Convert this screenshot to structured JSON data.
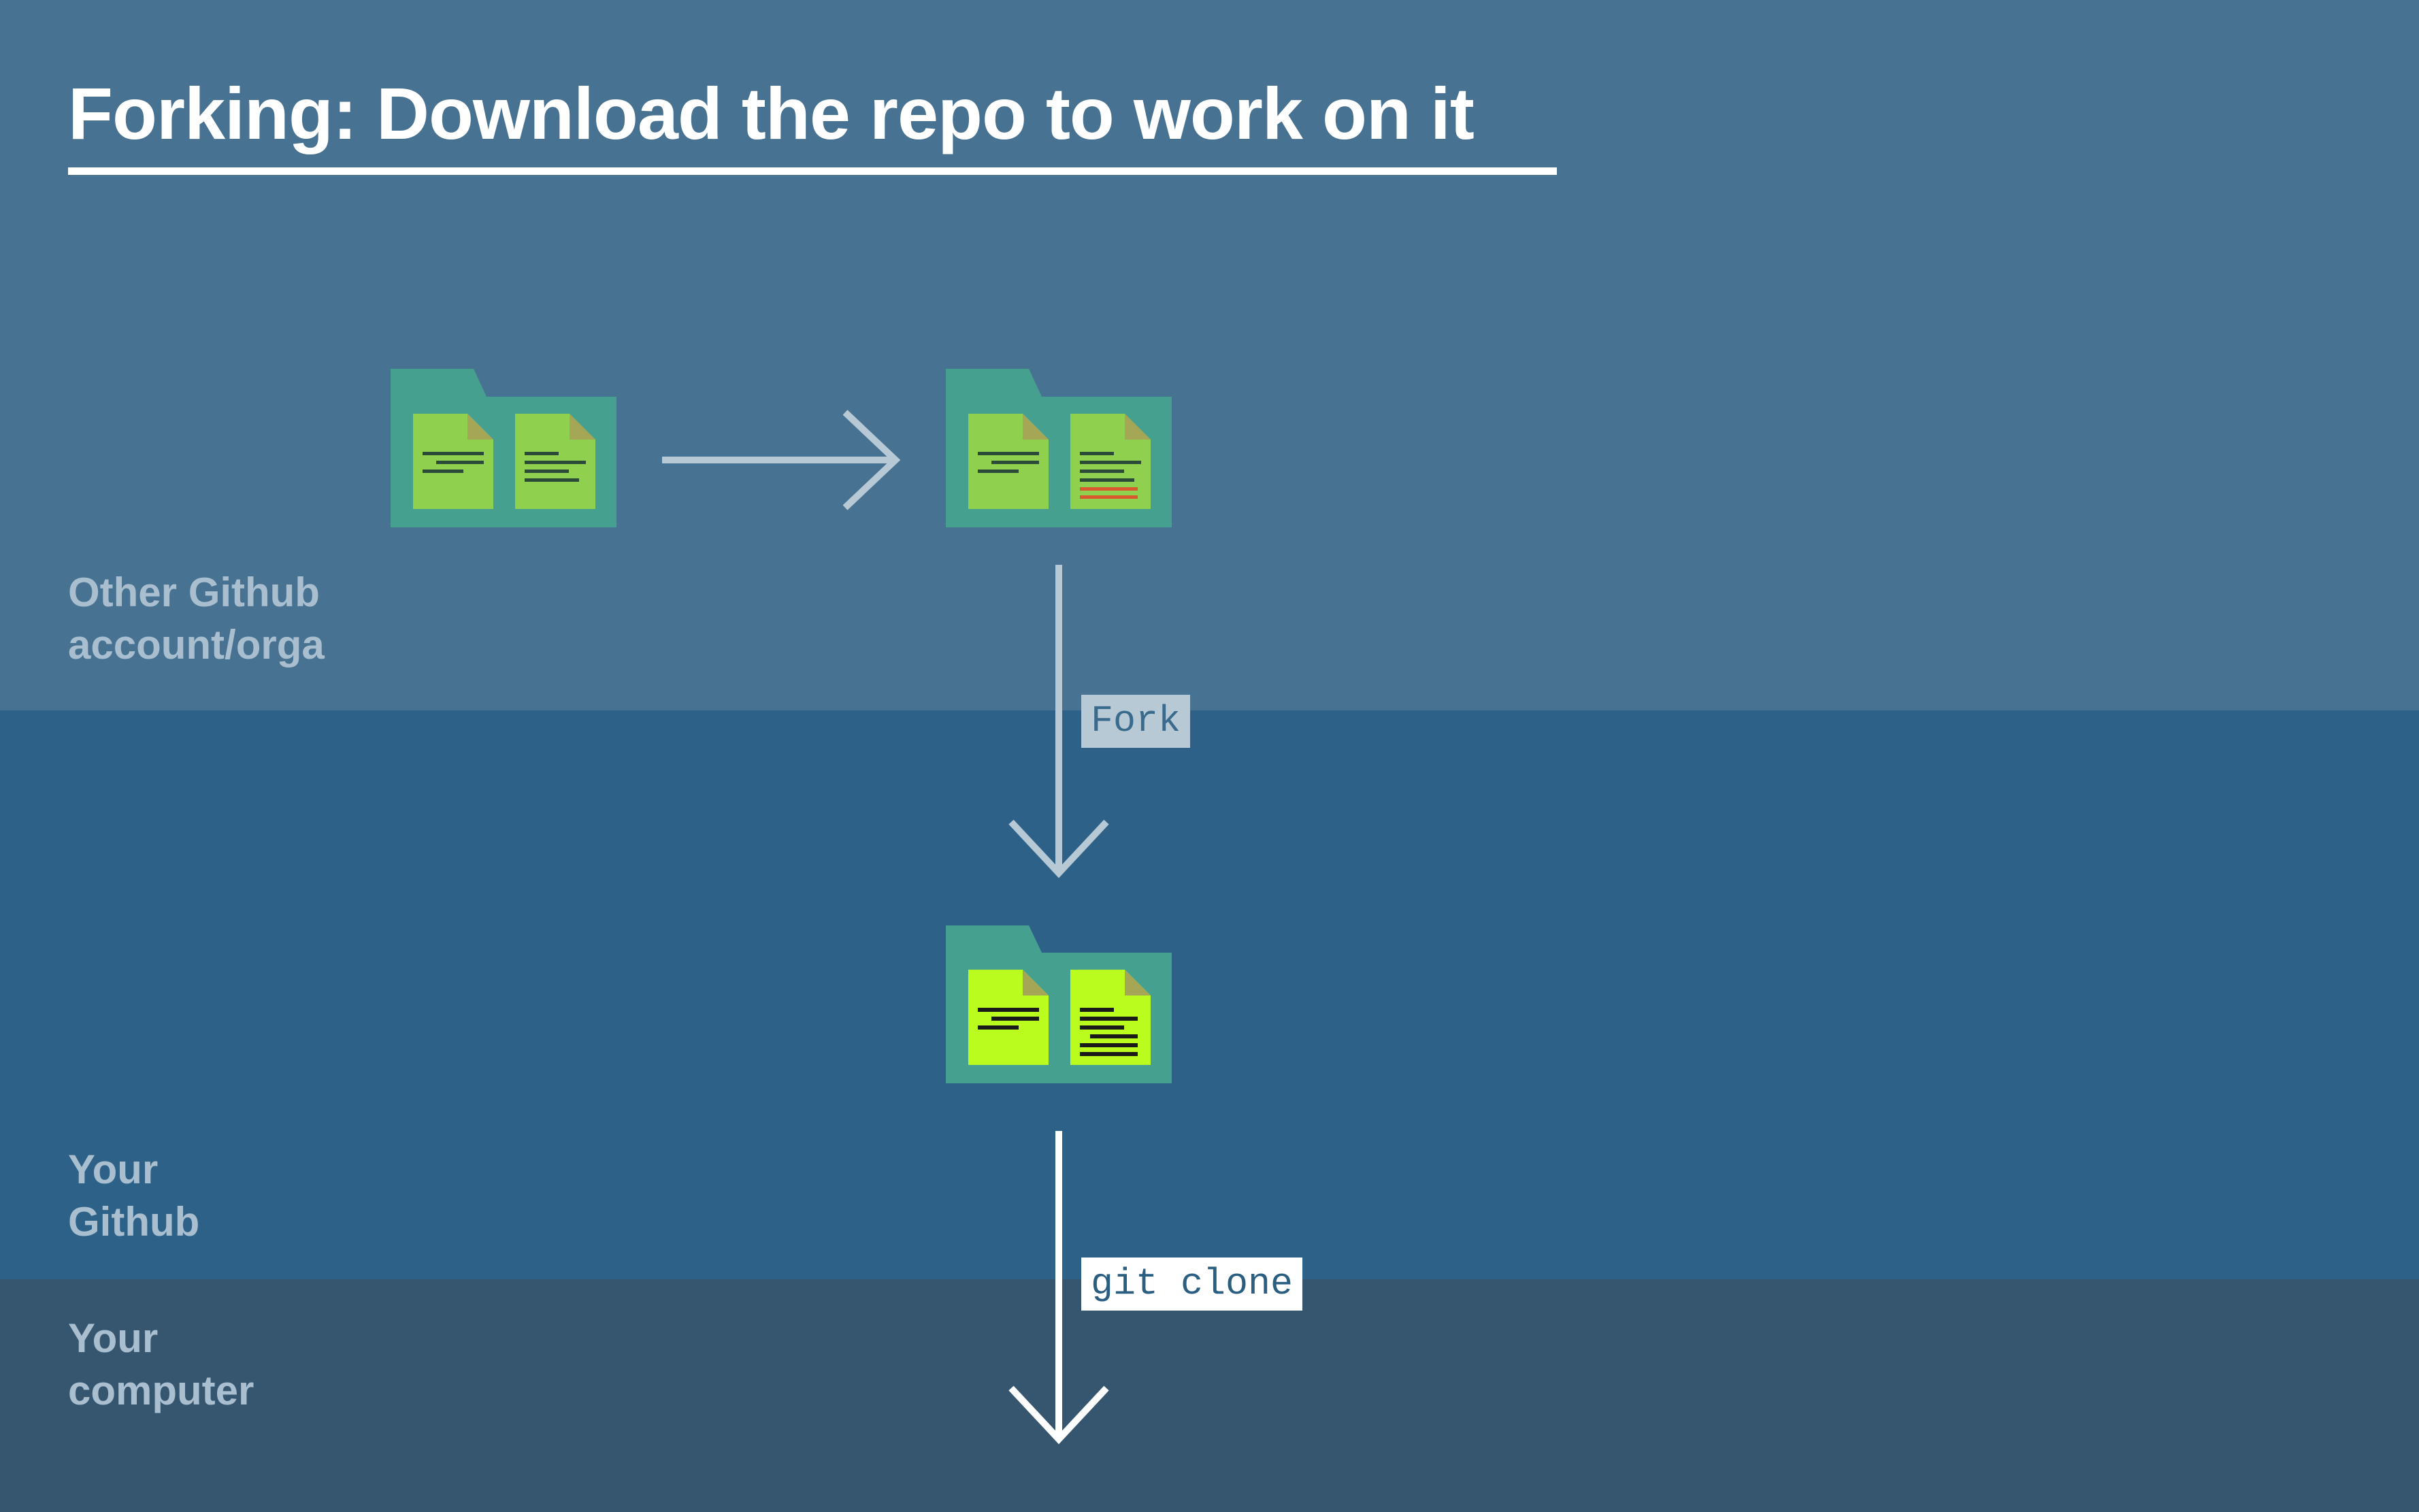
{
  "title": "Forking: Download the repo to work on it",
  "zones": {
    "other": {
      "line1": "Other Github",
      "line2": "account/orga"
    },
    "yours": {
      "line1": "Your",
      "line2": "Github"
    },
    "computer": {
      "line1": "Your",
      "line2": "computer"
    }
  },
  "commands": {
    "fork": "Fork",
    "clone": "git clone"
  },
  "colors": {
    "band_other": "#487292",
    "band_yours": "#2e6187",
    "band_computer": "#36566f",
    "folder": "#45a090",
    "file_pale": "#8fd14f",
    "file_bright": "#bbfc1f",
    "file_corner": "#a5a656",
    "text_line": "#2c4a38",
    "highlight_line": "#d9582d",
    "arrow_light": "#b8c9d6",
    "arrow_white": "#ffffff"
  }
}
